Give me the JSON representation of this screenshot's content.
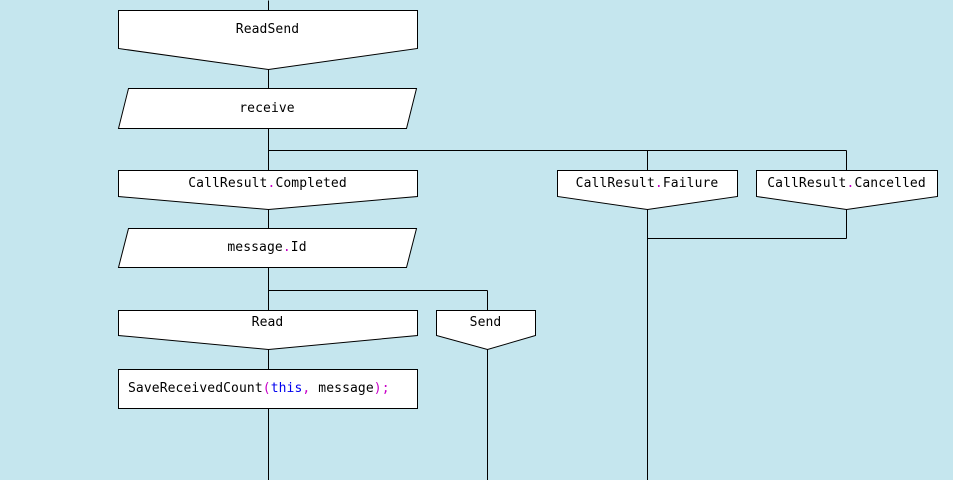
{
  "diagram": {
    "type": "message-flow-state-diagram",
    "colors": {
      "background": "#c5e6ee",
      "node_fill": "#ffffff",
      "line": "#000000",
      "text": "#000000",
      "punctuation": "#c800c8",
      "keyword": "#0000ee"
    },
    "nodes": {
      "readsend": {
        "label": "ReadSend",
        "shape": "state-pentagon"
      },
      "receive": {
        "label": "receive",
        "shape": "io-parallelogram"
      },
      "callresult_completed": {
        "shape": "state-pentagon",
        "tokens": [
          {
            "text": "CallResult"
          },
          {
            "text": ".",
            "color": "#c800c8"
          },
          {
            "text": "Completed"
          }
        ]
      },
      "message_id": {
        "shape": "io-parallelogram",
        "tokens": [
          {
            "text": "message"
          },
          {
            "text": ".",
            "color": "#c800c8"
          },
          {
            "text": "Id"
          }
        ]
      },
      "read": {
        "label": "Read",
        "shape": "state-pentagon"
      },
      "send": {
        "label": "Send",
        "shape": "state-pentagon"
      },
      "save_received_count": {
        "shape": "statement-rect",
        "tokens": [
          {
            "text": "SaveReceivedCount"
          },
          {
            "text": "(",
            "color": "#c800c8"
          },
          {
            "text": "this",
            "color": "#0000ee"
          },
          {
            "text": ",",
            "color": "#c800c8"
          },
          {
            "text": " message"
          },
          {
            "text": ")",
            "color": "#c800c8"
          },
          {
            "text": ";",
            "color": "#c800c8"
          }
        ]
      },
      "callresult_failure": {
        "shape": "state-pentagon",
        "tokens": [
          {
            "text": "CallResult"
          },
          {
            "text": ".",
            "color": "#c800c8"
          },
          {
            "text": "Failure"
          }
        ]
      },
      "callresult_cancelled": {
        "shape": "state-pentagon",
        "tokens": [
          {
            "text": "CallResult"
          },
          {
            "text": ".",
            "color": "#c800c8"
          },
          {
            "text": "Cancelled"
          }
        ]
      }
    }
  }
}
